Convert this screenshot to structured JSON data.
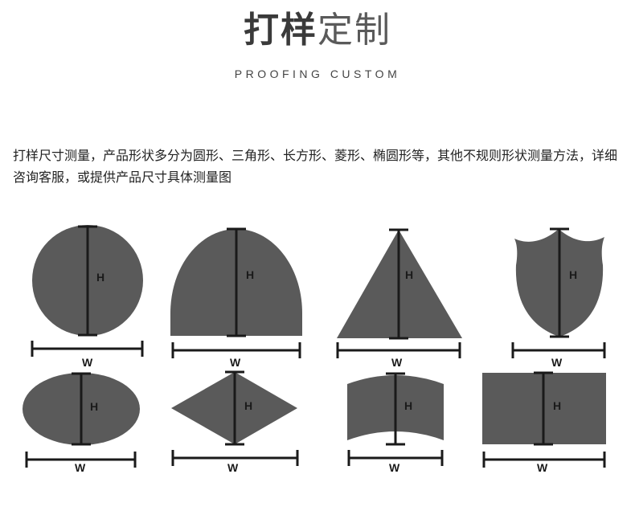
{
  "header": {
    "title_bold": "打样",
    "title_light": "定制",
    "subtitle": "PROOFING CUSTOM"
  },
  "description": "打样尺寸测量，产品形状多分为圆形、三角形、长方形、菱形、椭圆形等，其他不规则形状测量方法，详细咨询客服，或提供产品尺寸具体测量图",
  "labels": {
    "height": "H",
    "width": "W"
  },
  "colors": {
    "shape_fill": "#5a5a5a",
    "measure_line": "#1a1a1a"
  }
}
